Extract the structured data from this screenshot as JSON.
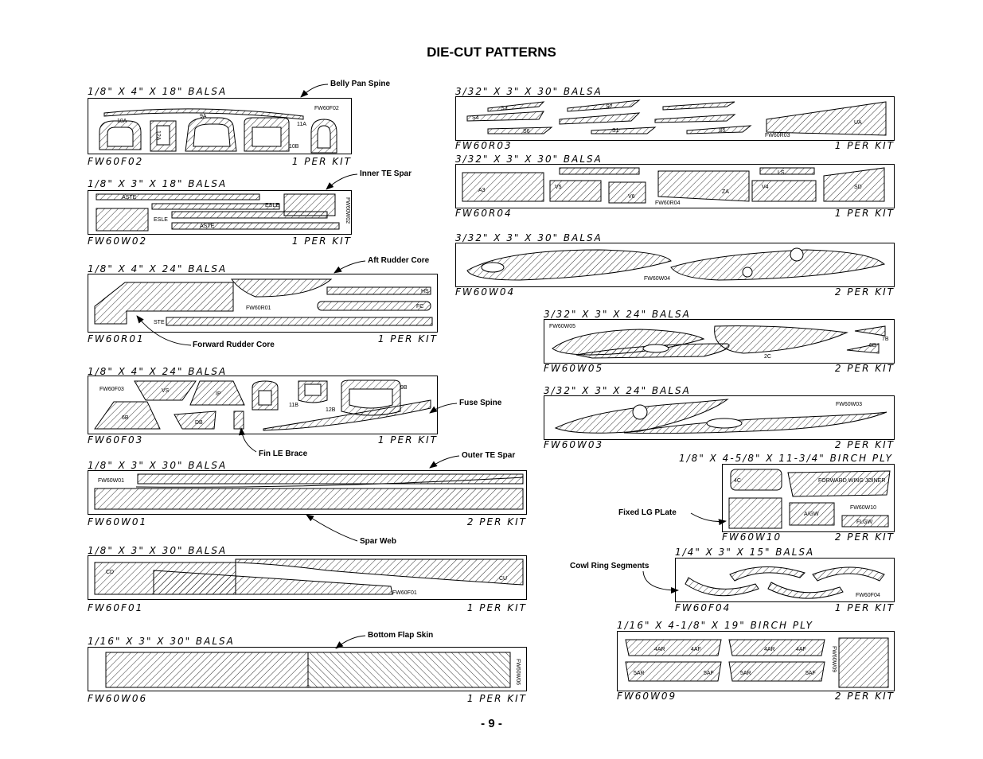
{
  "page": {
    "title": "DIE-CUT PATTERNS",
    "page_number": "- 9 -"
  },
  "panels": {
    "fw60f02": {
      "spec": "1/8\" X 4\" X 18\" BALSA",
      "code": "FW60F02",
      "qty": "1 PER KIT",
      "id": "FW60F02",
      "parts": [
        "10A",
        "12A",
        "9A",
        "11A",
        "10B"
      ]
    },
    "fw60w02": {
      "spec": "1/8\" X 3\" X 18\" BALSA",
      "code": "FW60W02",
      "qty": "1 PER KIT",
      "id": "FW60W02",
      "parts": [
        "ASTE",
        "ESLE",
        "ESLE",
        "ASTE"
      ]
    },
    "fw60r01": {
      "spec": "1/8\" X 4\" X 24\" BALSA",
      "code": "FW60R01",
      "qty": "1 PER KIT",
      "id": "FW60R01",
      "parts": [
        "STE",
        "FC",
        "HS"
      ]
    },
    "fw60f03": {
      "spec": "1/8\" X 4\" X 24\" BALSA",
      "code": "FW60F03",
      "qty": "1 PER KIT",
      "id": "FW60F03",
      "parts": [
        "VS",
        "IP",
        "6B",
        "9B",
        "11B",
        "12B",
        "DB"
      ]
    },
    "fw60w01": {
      "spec": "1/8\" X 3\" X 30\" BALSA",
      "code": "FW60W01",
      "qty": "2 PER KIT",
      "id": "FW60W01"
    },
    "fw60f01": {
      "spec": "1/8\" X 3\" X 30\" BALSA",
      "code": "FW60F01",
      "qty": "1 PER KIT",
      "id": "FW60F01",
      "parts": [
        "CD",
        "CU"
      ]
    },
    "fw60w06": {
      "spec": "1/16\" X 3\" X 30\" BALSA",
      "code": "FW60W06",
      "qty": "1 PER KIT",
      "id": "FW60W06"
    },
    "fw60r03": {
      "spec": "3/32\" X 3\" X 30\" BALSA",
      "code": "FW60R03",
      "qty": "1 PER KIT",
      "id": "FW60R03",
      "parts": [
        "S3",
        "S4",
        "S6",
        "S1",
        "S2",
        "S5",
        "UA"
      ]
    },
    "fw60r04": {
      "spec": "3/32\" X 3\" X 30\" BALSA",
      "code": "FW60R04",
      "qty": "1 PER KIT",
      "id": "FW60R04",
      "parts": [
        "A3",
        "V5",
        "V6",
        "ZA",
        "V4",
        "SD",
        "LS"
      ]
    },
    "fw60w04": {
      "spec": "3/32\" X 3\" X 30\" BALSA",
      "code": "FW60W04",
      "qty": "2 PER KIT",
      "id": "FW60W04"
    },
    "fw60w05": {
      "spec": "3/32\" X 3\" X 24\" BALSA",
      "code": "FW60W05",
      "qty": "2 PER KIT",
      "id": "FW60W05",
      "parts": [
        "7B",
        "6B",
        "2C"
      ]
    },
    "fw60w03": {
      "spec": "3/32\" X 3\" X 24\" BALSA",
      "code": "FW60W03",
      "qty": "2 PER KIT",
      "id": "FW60W03"
    },
    "fw60w10": {
      "spec": "1/8\" X 4-5/8\" X 11-3/4\" BIRCH PLY",
      "code": "FW60W10",
      "qty": "2 PER KIT",
      "id": "FW60W10",
      "parts": [
        "4C",
        "FORWARD WING JOINER",
        "A/GW",
        "FLGW"
      ]
    },
    "fw60f04": {
      "spec": "1/4\" X 3\" X 15\" BALSA",
      "code": "FW60F04",
      "qty": "1 PER KIT",
      "id": "FW60F04"
    },
    "fw60w09": {
      "spec": "1/16\" X 4-1/8\" X 19\" BIRCH PLY",
      "code": "FW60W09",
      "qty": "2 PER KIT",
      "id": "FW60W09",
      "parts": [
        "4AR",
        "4AF",
        "5AR",
        "5AF"
      ]
    }
  },
  "callouts": {
    "belly_pan_spine": "Belly Pan Spine",
    "inner_te_spar": "Inner TE Spar",
    "aft_rudder_core": "Aft Rudder Core",
    "forward_rudder_core": "Forward Rudder Core",
    "fuse_spine": "Fuse Spine",
    "fin_le_brace": "Fin LE Brace",
    "outer_te_spar": "Outer TE Spar",
    "spar_web": "Spar Web",
    "bottom_flap_skin": "Bottom Flap Skin",
    "fixed_lg_plate": "Fixed LG PLate",
    "cowl_ring_segments": "Cowl Ring Segments"
  }
}
